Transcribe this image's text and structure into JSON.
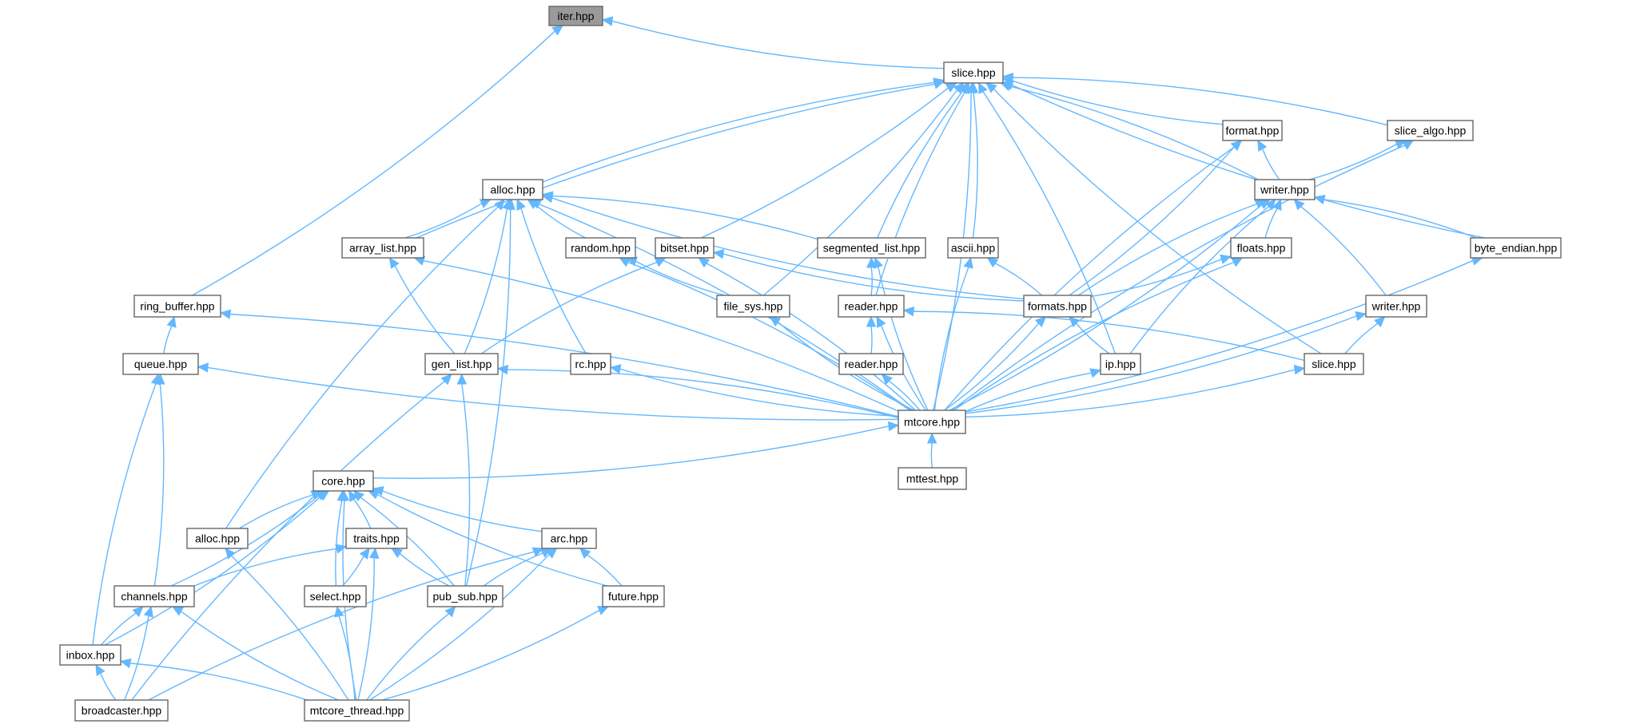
{
  "diagram": {
    "edge_color": "#63b8ff",
    "root_fill": "#9a9a9a",
    "nodes": [
      {
        "id": "iter",
        "label": "iter.hpp",
        "root": true
      },
      {
        "id": "slice_top",
        "label": "slice.hpp"
      },
      {
        "id": "format",
        "label": "format.hpp"
      },
      {
        "id": "slice_algo",
        "label": "slice_algo.hpp"
      },
      {
        "id": "alloc_top",
        "label": "alloc.hpp"
      },
      {
        "id": "writer_top",
        "label": "writer.hpp"
      },
      {
        "id": "array_list",
        "label": "array_list.hpp"
      },
      {
        "id": "random",
        "label": "random.hpp"
      },
      {
        "id": "bitset",
        "label": "bitset.hpp"
      },
      {
        "id": "segmented_list",
        "label": "segmented_list.hpp"
      },
      {
        "id": "ascii",
        "label": "ascii.hpp"
      },
      {
        "id": "floats",
        "label": "floats.hpp"
      },
      {
        "id": "byte_endian",
        "label": "byte_endian.hpp"
      },
      {
        "id": "ring_buffer",
        "label": "ring_buffer.hpp"
      },
      {
        "id": "file_sys",
        "label": "file_sys.hpp"
      },
      {
        "id": "reader_top",
        "label": "reader.hpp"
      },
      {
        "id": "formats",
        "label": "formats.hpp"
      },
      {
        "id": "writer_mid",
        "label": "writer.hpp"
      },
      {
        "id": "queue",
        "label": "queue.hpp"
      },
      {
        "id": "gen_list",
        "label": "gen_list.hpp"
      },
      {
        "id": "rc",
        "label": "rc.hpp"
      },
      {
        "id": "reader_bot",
        "label": "reader.hpp"
      },
      {
        "id": "ip",
        "label": "ip.hpp"
      },
      {
        "id": "slice_mid",
        "label": "slice.hpp"
      },
      {
        "id": "mtcore",
        "label": "mtcore.hpp"
      },
      {
        "id": "mttest",
        "label": "mttest.hpp"
      },
      {
        "id": "core",
        "label": "core.hpp"
      },
      {
        "id": "alloc_bot",
        "label": "alloc.hpp"
      },
      {
        "id": "traits",
        "label": "traits.hpp"
      },
      {
        "id": "arc",
        "label": "arc.hpp"
      },
      {
        "id": "channels",
        "label": "channels.hpp"
      },
      {
        "id": "select",
        "label": "select.hpp"
      },
      {
        "id": "pub_sub",
        "label": "pub_sub.hpp"
      },
      {
        "id": "future",
        "label": "future.hpp"
      },
      {
        "id": "inbox",
        "label": "inbox.hpp"
      },
      {
        "id": "broadcaster",
        "label": "broadcaster.hpp"
      },
      {
        "id": "mtcore_thread",
        "label": "mtcore_thread.hpp"
      }
    ],
    "edges": [
      [
        "slice_top",
        "iter"
      ],
      [
        "ring_buffer",
        "iter"
      ],
      [
        "format",
        "slice_top"
      ],
      [
        "slice_algo",
        "slice_top"
      ],
      [
        "alloc_top",
        "slice_top"
      ],
      [
        "writer_top",
        "slice_top"
      ],
      [
        "array_list",
        "slice_top"
      ],
      [
        "bitset",
        "slice_top"
      ],
      [
        "segmented_list",
        "slice_top"
      ],
      [
        "ascii",
        "slice_top"
      ],
      [
        "byte_endian",
        "slice_top"
      ],
      [
        "file_sys",
        "slice_top"
      ],
      [
        "reader_top",
        "slice_top"
      ],
      [
        "ip",
        "slice_top"
      ],
      [
        "slice_mid",
        "slice_top"
      ],
      [
        "mtcore",
        "slice_top"
      ],
      [
        "writer_top",
        "format"
      ],
      [
        "formats",
        "format"
      ],
      [
        "mtcore",
        "format"
      ],
      [
        "writer_top",
        "slice_algo"
      ],
      [
        "mtcore",
        "slice_algo"
      ],
      [
        "array_list",
        "alloc_top"
      ],
      [
        "random",
        "alloc_top"
      ],
      [
        "segmented_list",
        "alloc_top"
      ],
      [
        "formats",
        "alloc_top"
      ],
      [
        "gen_list",
        "alloc_top"
      ],
      [
        "rc",
        "alloc_top"
      ],
      [
        "mtcore",
        "alloc_top"
      ],
      [
        "alloc_bot",
        "alloc_top"
      ],
      [
        "pub_sub",
        "alloc_top"
      ],
      [
        "floats",
        "writer_top"
      ],
      [
        "byte_endian",
        "writer_top"
      ],
      [
        "formats",
        "writer_top"
      ],
      [
        "writer_mid",
        "writer_top"
      ],
      [
        "ip",
        "writer_top"
      ],
      [
        "mtcore",
        "writer_top"
      ],
      [
        "gen_list",
        "array_list"
      ],
      [
        "mtcore",
        "array_list"
      ],
      [
        "file_sys",
        "random"
      ],
      [
        "mtcore",
        "random"
      ],
      [
        "gen_list",
        "bitset"
      ],
      [
        "mtcore",
        "bitset"
      ],
      [
        "formats",
        "bitset"
      ],
      [
        "reader_top",
        "segmented_list"
      ],
      [
        "mtcore",
        "segmented_list"
      ],
      [
        "formats",
        "ascii"
      ],
      [
        "mtcore",
        "ascii"
      ],
      [
        "formats",
        "floats"
      ],
      [
        "mtcore",
        "floats"
      ],
      [
        "mtcore",
        "byte_endian"
      ],
      [
        "queue",
        "ring_buffer"
      ],
      [
        "mtcore",
        "ring_buffer"
      ],
      [
        "mtcore",
        "file_sys"
      ],
      [
        "reader_bot",
        "reader_top"
      ],
      [
        "mtcore",
        "reader_top"
      ],
      [
        "slice_mid",
        "reader_top"
      ],
      [
        "ip",
        "formats"
      ],
      [
        "mtcore",
        "formats"
      ],
      [
        "slice_mid",
        "writer_mid"
      ],
      [
        "mtcore",
        "writer_mid"
      ],
      [
        "mtcore",
        "queue"
      ],
      [
        "channels",
        "queue"
      ],
      [
        "inbox",
        "queue"
      ],
      [
        "mtcore",
        "gen_list"
      ],
      [
        "broadcaster",
        "gen_list"
      ],
      [
        "pub_sub",
        "gen_list"
      ],
      [
        "mtcore",
        "rc"
      ],
      [
        "mtcore",
        "reader_bot"
      ],
      [
        "mtcore",
        "ip"
      ],
      [
        "mtcore",
        "slice_mid"
      ],
      [
        "mttest",
        "mtcore"
      ],
      [
        "core",
        "mtcore"
      ],
      [
        "alloc_bot",
        "core"
      ],
      [
        "traits",
        "core"
      ],
      [
        "arc",
        "core"
      ],
      [
        "channels",
        "core"
      ],
      [
        "select",
        "core"
      ],
      [
        "pub_sub",
        "core"
      ],
      [
        "future",
        "core"
      ],
      [
        "inbox",
        "core"
      ],
      [
        "mtcore_thread",
        "core"
      ],
      [
        "mtcore_thread",
        "alloc_bot"
      ],
      [
        "channels",
        "traits"
      ],
      [
        "select",
        "traits"
      ],
      [
        "pub_sub",
        "traits"
      ],
      [
        "mtcore_thread",
        "traits"
      ],
      [
        "pub_sub",
        "arc"
      ],
      [
        "future",
        "arc"
      ],
      [
        "broadcaster",
        "arc"
      ],
      [
        "mtcore_thread",
        "arc"
      ],
      [
        "inbox",
        "channels"
      ],
      [
        "broadcaster",
        "channels"
      ],
      [
        "mtcore_thread",
        "channels"
      ],
      [
        "mtcore_thread",
        "select"
      ],
      [
        "mtcore_thread",
        "pub_sub"
      ],
      [
        "mtcore_thread",
        "future"
      ],
      [
        "broadcaster",
        "inbox"
      ],
      [
        "mtcore_thread",
        "inbox"
      ]
    ]
  }
}
